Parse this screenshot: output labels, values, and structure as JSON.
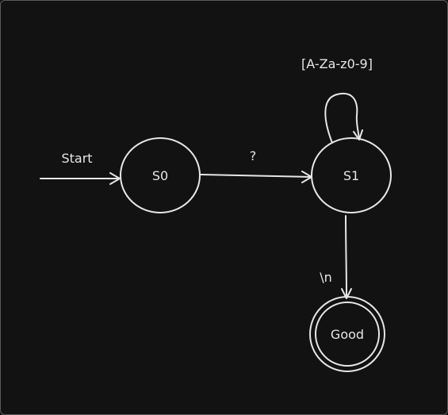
{
  "diagram": {
    "start_label": "Start",
    "states": {
      "s0": "S0",
      "s1": "S1",
      "good": "Good"
    },
    "transitions": {
      "s0_to_s1": "?",
      "s1_loop": "[A-Za-z0-9]",
      "s1_to_good": "\\n"
    }
  },
  "colors": {
    "background": "#121212",
    "stroke": "#e6e6e6",
    "frame_border": "#5a5a5a"
  }
}
